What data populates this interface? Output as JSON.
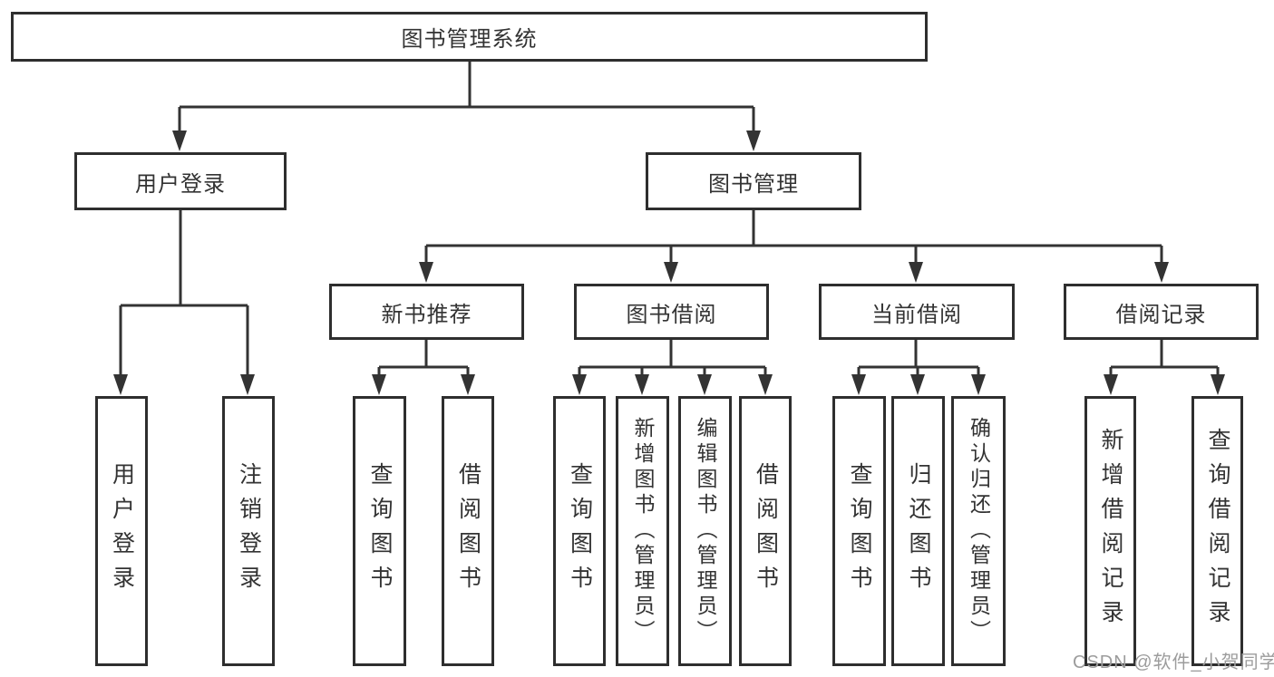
{
  "diagram": {
    "tree": {
      "label": "图书管理系统",
      "children": [
        {
          "label": "用户登录",
          "children": [
            {
              "label": "用户登录"
            },
            {
              "label": "注销登录"
            }
          ]
        },
        {
          "label": "图书管理",
          "children": [
            {
              "label": "新书推荐",
              "children": [
                {
                  "label": "查询图书"
                },
                {
                  "label": "借阅图书"
                }
              ]
            },
            {
              "label": "图书借阅",
              "children": [
                {
                  "label": "查询图书"
                },
                {
                  "label": "新增图书（管理员）"
                },
                {
                  "label": "编辑图书（管理员）"
                },
                {
                  "label": "借阅图书"
                }
              ]
            },
            {
              "label": "当前借阅",
              "children": [
                {
                  "label": "查询图书"
                },
                {
                  "label": "归还图书"
                },
                {
                  "label": "确认归还（管理员）"
                }
              ]
            },
            {
              "label": "借阅记录",
              "children": [
                {
                  "label": "新增借阅记录"
                },
                {
                  "label": "查询借阅记录"
                }
              ]
            }
          ]
        }
      ]
    },
    "colors": {
      "box_border": "#2e2e2e",
      "line": "#333333",
      "text": "#333333",
      "background": "#ffffff",
      "watermark": "#9c9c9c"
    }
  },
  "watermark": {
    "text": "CSDN @软件_小贺同学"
  }
}
